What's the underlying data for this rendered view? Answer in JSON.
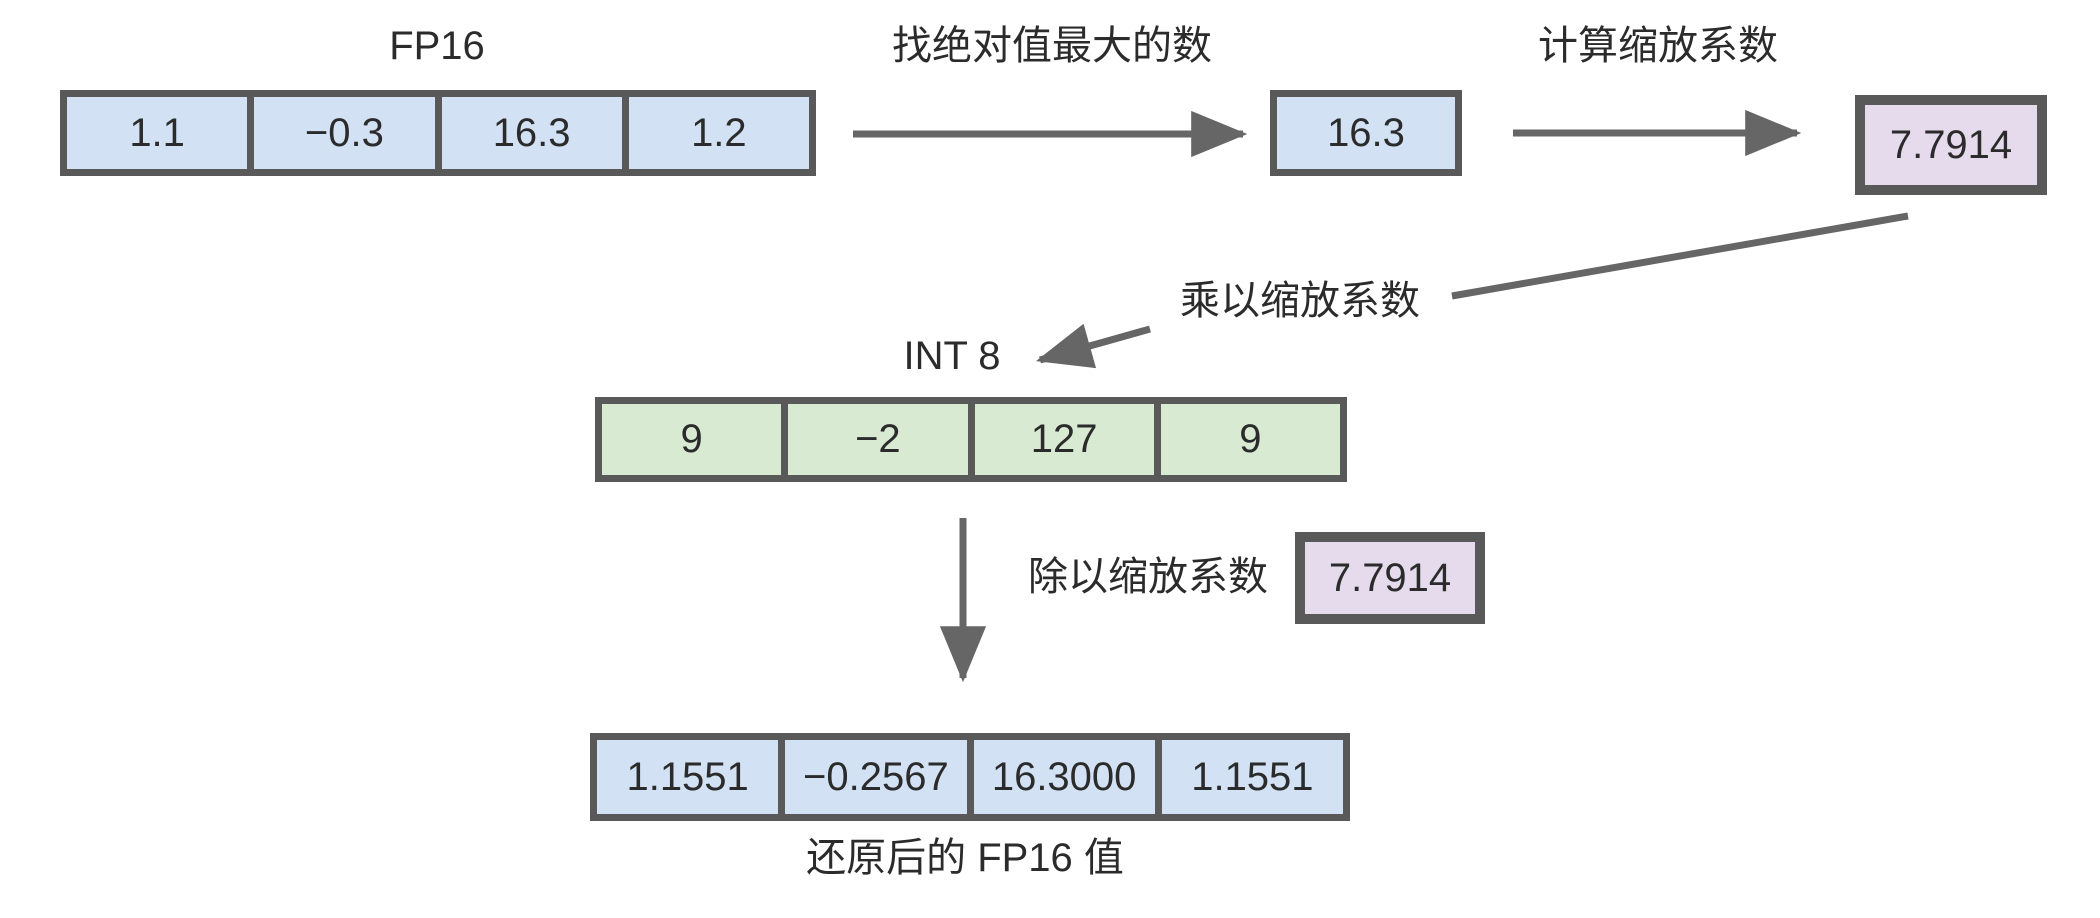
{
  "colors": {
    "cell_blue": "#d2e2f4",
    "cell_green": "#d9ead3",
    "cell_purple": "#e5dbec",
    "border_gray": "#595959",
    "arrow_gray": "#666666",
    "text": "#2b2b2b"
  },
  "fp16_array": {
    "label": "FP16",
    "cells": [
      "1.1",
      "−0.3",
      "16.3",
      "1.2"
    ]
  },
  "steps": {
    "find_max_label": "找绝对值最大的数",
    "max_value": "16.3",
    "calc_scale_label": "计算缩放系数",
    "scale_value": "7.7914",
    "multiply_label": "乘以缩放系数",
    "divide_label": "除以缩放系数",
    "divide_scale_value": "7.7914"
  },
  "int8_array": {
    "label": "INT 8",
    "cells": [
      "9",
      "−2",
      "127",
      "9"
    ]
  },
  "restored_array": {
    "label": "还原后的 FP16 值",
    "cells": [
      "1.1551",
      "−0.2567",
      "16.3000",
      "1.1551"
    ]
  }
}
